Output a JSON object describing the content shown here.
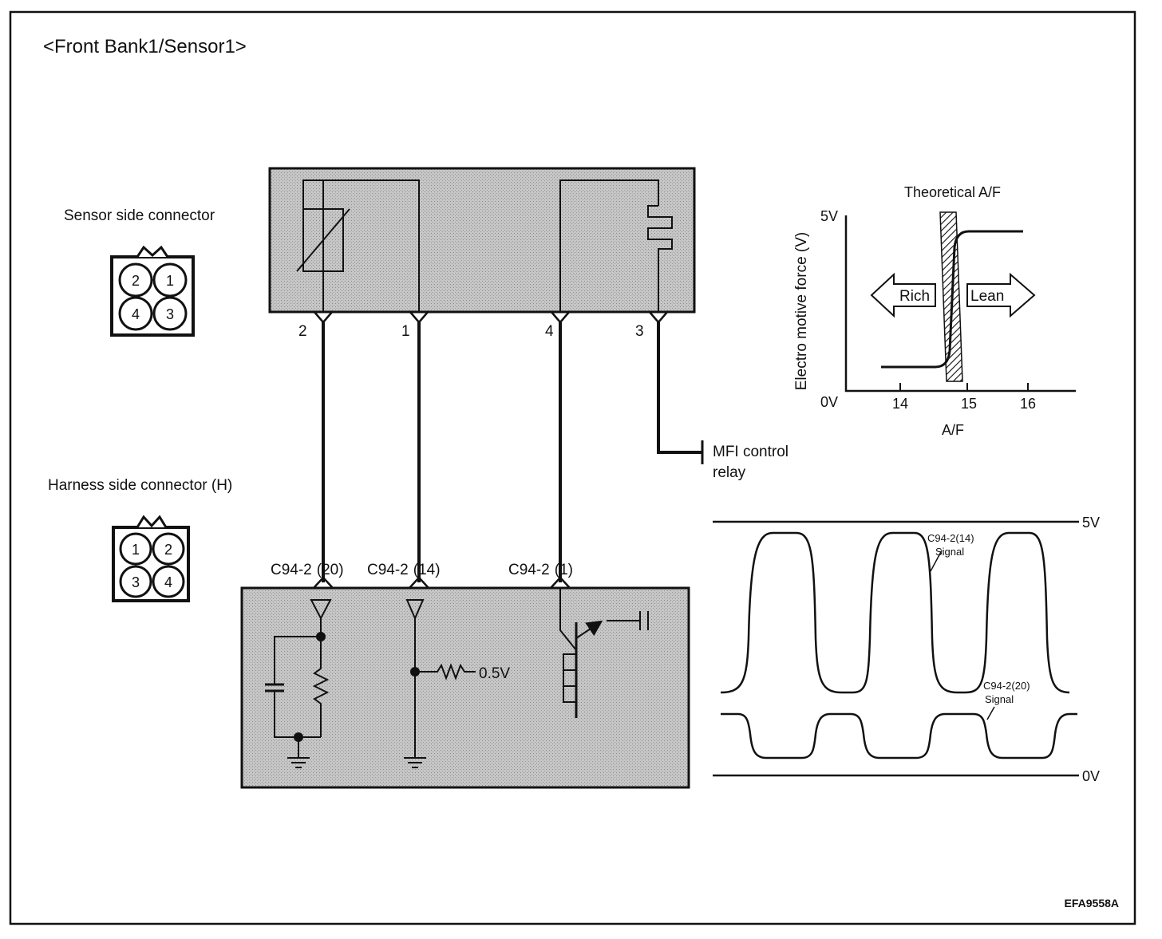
{
  "title": "<Front Bank1/Sensor1>",
  "sensor_connector": {
    "label": "Sensor side connector",
    "pins_top": [
      "2",
      "1"
    ],
    "pins_bottom": [
      "4",
      "3"
    ]
  },
  "harness_connector": {
    "label": "Harness side connector (H)",
    "pins_top": [
      "1",
      "2"
    ],
    "pins_bottom": [
      "3",
      "4"
    ]
  },
  "sensor_pins": [
    "2",
    "1",
    "4",
    "3"
  ],
  "ecm_terminals": [
    {
      "connector": "C94-2",
      "pin": "(20)"
    },
    {
      "connector": "C94-2",
      "pin": "(14)"
    },
    {
      "connector": "C94-2",
      "pin": "(1)"
    }
  ],
  "relay_label_line1": "MFI control",
  "relay_label_line2": "relay",
  "ecm_voltage_label": "0.5V",
  "af_chart": {
    "title": "Theoretical A/F",
    "ylabel": "Electro motive force (V)",
    "xlabel": "A/F",
    "y_top": "5V",
    "y_bottom": "0V",
    "x_ticks": [
      "14",
      "15",
      "16"
    ],
    "rich_label": "Rich",
    "lean_label": "Lean"
  },
  "waveform": {
    "top_level": "5V",
    "bottom_level": "0V",
    "signal1_line1": "C94-2(14)",
    "signal1_line2": "Signal",
    "signal2_line1": "C94-2(20)",
    "signal2_line2": "Signal"
  },
  "figure_code": "EFA9558A",
  "colors": {
    "box_fill": "#bdbdbd",
    "line": "#111111"
  }
}
